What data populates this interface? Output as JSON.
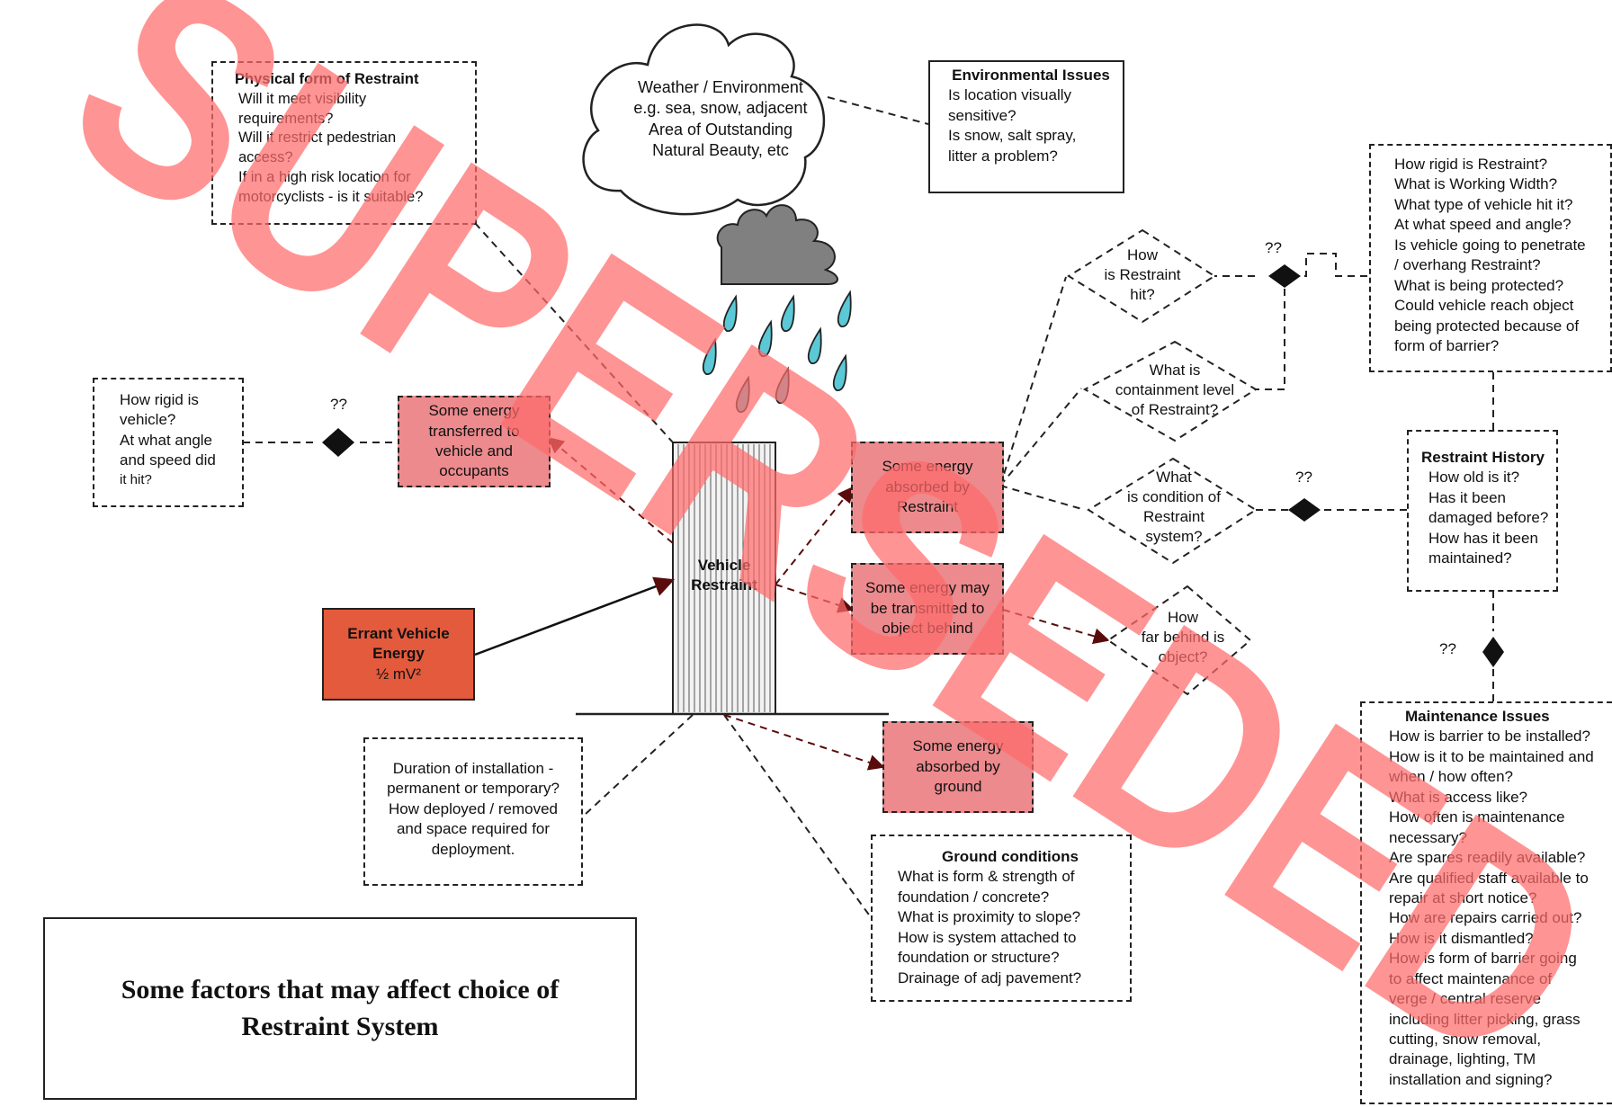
{
  "weather_cloud": [
    "Weather / Environment",
    "e.g. sea, snow, adjacent",
    "Area of Outstanding",
    "Natural Beauty, etc"
  ],
  "environmental_issues": {
    "title": "Environmental Issues",
    "lines": [
      "Is location visually",
      "sensitive?",
      "Is snow, salt spray,",
      "litter a problem?"
    ]
  },
  "physical_form": {
    "title": "Physical form of Restraint",
    "lines": [
      "Will it meet visibility",
      "requirements?",
      "Will it restrict pedestrian",
      "access?",
      "If in a high risk location for",
      "motorcyclists - is it suitable?"
    ]
  },
  "how_rigid_vehicle": [
    "How rigid is",
    "vehicle?",
    "At what angle",
    "and speed did",
    "it hit?"
  ],
  "energy_to_occupants": [
    "Some energy",
    "transferred to",
    "vehicle and",
    "occupants"
  ],
  "vehicle_restraint": [
    "Vehicle",
    "Restraint"
  ],
  "errant_vehicle": [
    "Errant Vehicle",
    "Energy",
    "½ mV²"
  ],
  "absorbed_restraint": [
    "Some energy",
    "absorbed by",
    "Restraint"
  ],
  "transmitted_object": [
    "Some energy may",
    "be transmitted to",
    "object behind"
  ],
  "absorbed_ground": [
    "Some energy",
    "absorbed by",
    "ground"
  ],
  "installation": [
    "Duration of installation -",
    "permanent or temporary?",
    "How deployed / removed",
    "and space required for",
    "deployment."
  ],
  "ground_conditions": {
    "title": "Ground conditions",
    "lines": [
      "What is form & strength of",
      "foundation / concrete?",
      "What is proximity to slope?",
      "How is system attached to",
      "foundation or structure?",
      "Drainage of adj pavement?"
    ]
  },
  "diamond_hit": [
    "How",
    "is Restraint",
    "hit?"
  ],
  "diamond_containment": [
    "What is",
    "containment level",
    "of Restraint?"
  ],
  "diamond_condition": [
    "What",
    "is condition of",
    "Restraint",
    "system?"
  ],
  "diamond_far": [
    "How",
    "far behind is",
    "object?"
  ],
  "rigid_restraint": [
    "How rigid is Restraint?",
    "What is Working Width?",
    "What type of vehicle hit it?",
    "At what speed and angle?",
    "Is vehicle going to penetrate",
    "/ overhang Restraint?",
    "What is being protected?",
    "Could vehicle reach object",
    "being protected because of",
    "form of barrier?"
  ],
  "restraint_history": {
    "title": "Restraint History",
    "lines": [
      "How old is it?",
      "Has it been",
      "damaged before?",
      "How has it been",
      "maintained?"
    ]
  },
  "maintenance_issues": {
    "title": "Maintenance Issues",
    "lines": [
      "How is barrier to be installed?",
      "How is it to be maintained and",
      "when / how often?",
      "What is access like?",
      "How often is maintenance",
      "necessary?",
      "Are spares readily available?",
      "Are qualified staff available to",
      "repair at short notice?",
      "How are repairs carried out?",
      "How is it dismantled?",
      "How is form of barrier going",
      "to affect maintenance of",
      "verge / central reserve",
      "including litter picking, grass",
      "cutting, snow removal,",
      "drainage, lighting, TM",
      "installation and signing?"
    ]
  },
  "qq_label": "??",
  "caption": [
    "Some factors that may affect choice of",
    "Restraint System"
  ],
  "watermark": "SUPERSEDED",
  "colors": {
    "red_box": "#ec8a8d",
    "errant": "#e45a3c",
    "raindrop": "#5bc8d6",
    "storm_cloud": "#808080",
    "watermark": "#ff6b6b"
  }
}
